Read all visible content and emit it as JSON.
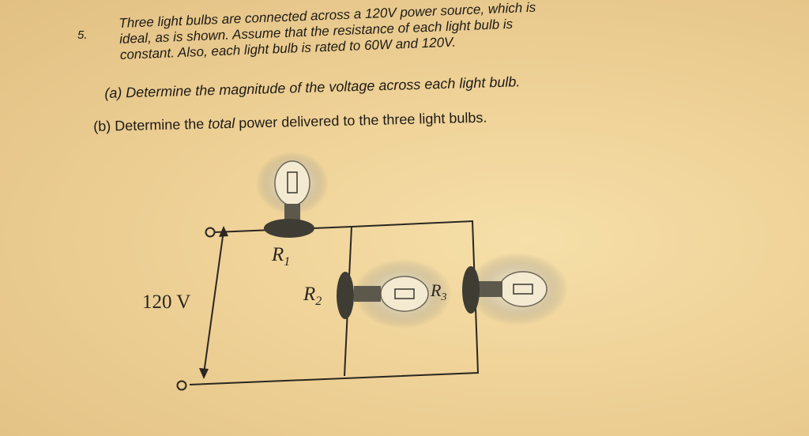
{
  "problem": {
    "number": "5.",
    "statement_lines": [
      "Three light bulbs are connected across a 120V power source, which is",
      "ideal, as is shown.  Assume that the resistance of each light bulb is",
      "constant.  Also, each light bulb is rated to 60W and 120V."
    ],
    "part_a": "(a) Determine the magnitude of the voltage across each light bulb.",
    "part_b_prefix": "(b) Determine the ",
    "part_b_emph": "total",
    "part_b_suffix": " power delivered to the three light bulbs."
  },
  "circuit": {
    "source_label": "120 V",
    "r1_label": "R",
    "r1_sub": "1",
    "r2_label": "R",
    "r2_sub": "2",
    "r3_label": "R",
    "r3_sub": "3",
    "bulb_icon_name": "light-bulb-icon"
  }
}
